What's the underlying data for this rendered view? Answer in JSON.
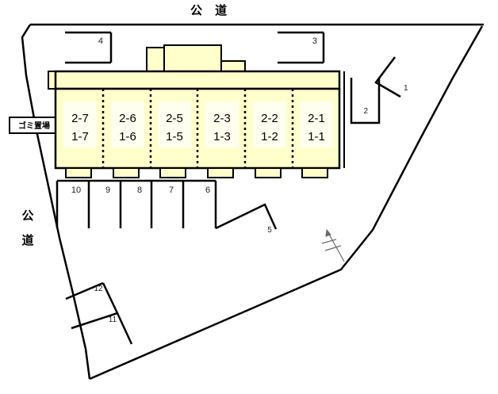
{
  "plan": {
    "title_top_road": "公 道",
    "left_road": [
      "公",
      "道"
    ],
    "waste_area_label": "ゴミ置場",
    "colors": {
      "building_fill": "#FFFFCC",
      "unit_label_fill": "#FFFFF0",
      "outline": "#000000",
      "boundary": "#000000",
      "compass": "#6b6b6b"
    },
    "units": [
      {
        "upper": "2-7",
        "lower": "1-7"
      },
      {
        "upper": "2-6",
        "lower": "1-6"
      },
      {
        "upper": "2-5",
        "lower": "1-5"
      },
      {
        "upper": "2-3",
        "lower": "1-3"
      },
      {
        "upper": "2-2",
        "lower": "1-2"
      },
      {
        "upper": "2-1",
        "lower": "1-1"
      }
    ],
    "parking": {
      "top_row": [
        {
          "label": "4"
        },
        {
          "label": "3"
        }
      ],
      "east": [
        {
          "label": "1"
        },
        {
          "label": "2"
        }
      ],
      "south_row": [
        {
          "label": "10"
        },
        {
          "label": "9"
        },
        {
          "label": "8"
        },
        {
          "label": "7"
        },
        {
          "label": "6"
        }
      ],
      "south_east": [
        {
          "label": "5"
        }
      ],
      "angled": [
        {
          "label": "12"
        },
        {
          "label": "11"
        }
      ]
    },
    "compass": {
      "name": "north-arrow",
      "label": ""
    }
  }
}
